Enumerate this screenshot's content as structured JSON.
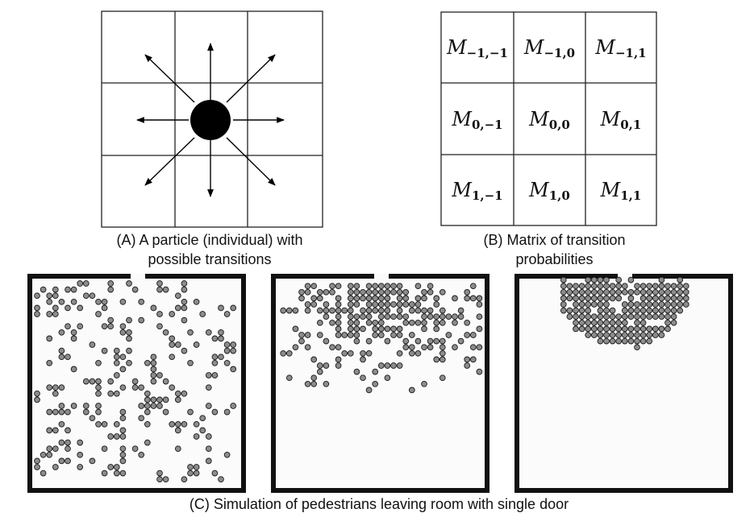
{
  "panel_a": {
    "caption_line1": "(A) A particle (individual) with",
    "caption_line2": "possible transitions"
  },
  "panel_b": {
    "caption_line1": "(B) Matrix of transition",
    "caption_line2": "probabilities",
    "symbol": "M",
    "cells": [
      [
        "-1,-1",
        "-1,0",
        "-1,1"
      ],
      [
        "0,-1",
        "0,0",
        "0,1"
      ],
      [
        "1,-1",
        "1,0",
        "1,1"
      ]
    ]
  },
  "panel_c": {
    "caption": "(C) Simulation of pedestrians leaving room with single door"
  },
  "colors": {
    "pedestrian_fill": "#8c8c8c",
    "pedestrian_stroke": "#1a1a1a",
    "wall": "#111111",
    "room_floor": "#fbfbfb"
  }
}
